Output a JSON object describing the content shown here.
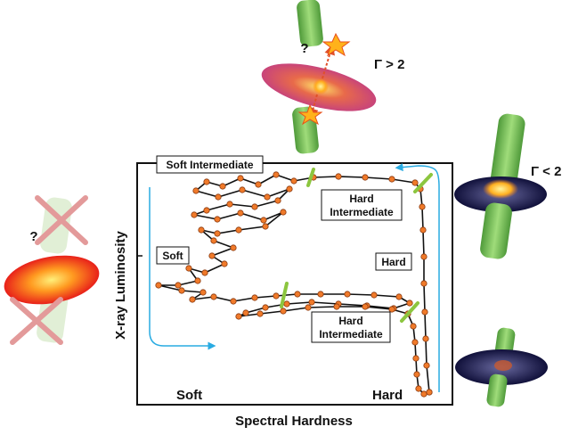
{
  "axes": {
    "xlabel": "Spectral Hardness",
    "ylabel": "X-ray Luminosity",
    "corner_left": "Soft",
    "corner_right": "Hard"
  },
  "states": {
    "soft_intermediate": "Soft Intermediate",
    "hard_intermediate_top_line1": "Hard",
    "hard_intermediate_top_line2": "Intermediate",
    "soft": "Soft",
    "hard": "Hard",
    "hard_intermediate_bottom_line1": "Hard",
    "hard_intermediate_bottom_line2": "Intermediate"
  },
  "annotations": {
    "gamma_gt": "Γ > 2",
    "gamma_lt": "Γ < 2",
    "question_top": "?",
    "question_left": "?"
  },
  "colors": {
    "track_line": "#111111",
    "point_fill": "#f07a2a",
    "point_stroke": "#8a3a10",
    "transition_marker": "#8cc63f",
    "arrow": "#29abe2",
    "jet": "#6fbf55",
    "cross": "#e39a9a"
  },
  "icons": {
    "disk_jet_top": "accretion-disk-with-ejected-blobs-icon",
    "disk_jet_right": "accretion-disk-with-steady-jet-icon",
    "disk_bottom_right": "faint-disk-with-jet-icon",
    "disk_left": "bright-disk-no-jet-icon"
  }
}
